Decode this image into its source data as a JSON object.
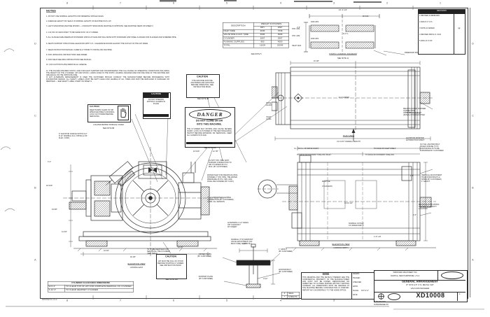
{
  "zones": {
    "top": [
      "8",
      "7",
      "6",
      "5",
      "4",
      "3",
      "2",
      "1"
    ],
    "bottom": [
      "8",
      "7",
      "6",
      "5",
      "4",
      "3",
      "2",
      "1"
    ],
    "left": [
      "D",
      "C",
      "B",
      "A"
    ],
    "right": [
      "D",
      "C",
      "B",
      "A"
    ]
  },
  "notes": {
    "heading": "NOTES",
    "items": [
      "1. DO NOT USE NOMINAL LENGTHS FOR ORDERING WHOLE FACES.",
      "2. AVERAGE LENGTH OF SEALS IS NOMINAL LENGTH OF MACHINE PLUS 1/2\".",
      "3. LEFT HAND DRIVE MACHINE SHOWN — FOR RIGHT HAND DRIVE MACHINE IS OPPOSITE.     SEE MACHINE VIEWS ON SHEET 2",
      "4. C.R.P.M. OF MAIN SHAFT TO BE SAME R.P.M. OF CYLINDER.",
      "5. ALL FLANGES ARE AMERICAN STANDARD 125# FLAT FACE AND WILL MATE WITH STANDARD 125# STEEL FLANGES FOR FLANGED AND SCREWED PIPE.",
      "6. SEATS SUPPORT STRUCTURAL ELEVATION WITH CYL. CLEARANCE DOORS AGAINST THE OUTLET OF THE VAT SIDES.",
      "7. READ INSTRUCTION MANUAL CAREFULLY PRIOR TO INSTALLING MACHINE.",
      "8. FOR UNPACKING INSTRUCTIONS SEE ORDER.",
      "9. FOR FIELD WELDING INSTRUCTIONS SEE MANUAL.",
      "10. (ON CAUTION PLATE) REMOVE ALL GREASE."
    ],
    "item11": "11. THE FIGURE ASSUMES STATIC LOAD FOR EACH SUPPORT AND INCORPORATES THE FULL RANGE OF OPERATING CONDITIONS INCLUDING THE WEIGHT OF THE CYLINDER, VAT AND STOCK.  LOADS GIVEN IN THE STATIC LOADING DIAGRAM ARE FOR ONE SIDE OF THE MACHINE AND ARE EQUAL ON THE OPPOSITE SIDE.\nIF ANY ALTERNATE ARRANGEMENT IS USED THE CUSTOMER SHOULD CONSULT THE MANUFACTURER BEFORE PROCEEDING WITH FOUNDATION DESIGN.  ALL SAFETY LABELS MUST BE KEPT CLEAN AND LEGIBLE AT ALL TIMES AND MUST BE REPLACED IF DAMAGED OR REMOVED — SEE SAFETY LABEL CHART ON SHEET 2."
  },
  "weight_table": {
    "desc_header": "DESCRIPTION",
    "group_header": "WEIGHT IN POUNDS",
    "dry": "DRY",
    "wet": "WET",
    "rows": [
      {
        "desc": "INLET SIDE",
        "dry": "2046",
        "wet": "7046"
      },
      {
        "desc": "VALVE SIDE & AUX. SIDE",
        "dry": "6096",
        "wet": "6096"
      },
      {
        "desc": "CYLINDER",
        "dry": "2067",
        "wet": "2567"
      },
      {
        "desc": "RUNNING SUPPLIES",
        "dry": "900",
        "wet": "4500"
      },
      {
        "desc": "TOTAL",
        "dry": "11109",
        "wet": "20209"
      }
    ],
    "footnote": "SEE NOTE 5"
  },
  "std_labels": {
    "a": "STD. LBS.",
    "b": "STD. LBS.",
    "c": "INLET NOZ."
  },
  "static_diagram": {
    "dim_top": "14'-3 1/2\"",
    "dim_left": "2'-6\"",
    "dim_right": "28 3/16",
    "load1": "2046 LBS.",
    "load2": "2046 LBS.",
    "center": "℄ CYL.",
    "caption": "STATIC LOADING DIAGRAM",
    "note": "SEE NOTE 11",
    "callout": "DIMENSION MONITOR"
  },
  "revisions": {
    "header": "REVISIONS",
    "rows": [
      "1  REVISED & REDRAWN",
      "2  WAS 8'-0\" CYL.",
      "3  NOTE 11 ADDED",
      "4  REVISED PER E.O. 1042",
      "5  WAS 21'-5 3/4\""
    ],
    "zone": "H"
  },
  "danger": {
    "title": "DANGER",
    "line1": "DO NOT CLIMB ON OR",
    "line2": "INTO THIS MACHINE.",
    "body": "THE CYLINDER MAY ROTATE AND CAUSE SEVERE INJURY.  LOCK OUT POWER AT THE SECTIONALIZING SWITCH BEFORE ENTERING OR SERVICING.  KEEP ALL GUARDS IN PLACE.",
    "note": "SEE NOTE 11B"
  },
  "cautions": {
    "c1": {
      "title": "CAUTION",
      "body": "KEEP HANDS CLEAR OF NIP WHEN MACHINE IS RUNNING. LOCK OUT POWER BEFORE SERVICING.",
      "caption": "LOCATED BEHIND SWINGLE COVER",
      "note": "SEE NOTE 9B"
    },
    "c2": {
      "title": "CAUTION",
      "body": "DO NOT OPERATE WITHOUT GUARDS IN PLACE"
    },
    "c3": {
      "title": "CAUTION",
      "body": "THIS MACHINE MUST BE ANCHORED AND GROUTED BEFORE OPERATING. SEE INSTRUCTION BOOK.",
      "note": "SEE NOTE 4B"
    },
    "c4": {
      "title": "CAUTION",
      "body": "VAT MUST BE FULL OF STOCK BEFORE STARTING CYLINDER. SEE INSTRUCTION BOOK.",
      "note": "SEE NOTE 11B"
    }
  },
  "front_view": {
    "callouts": {
      "agitator": "6\" AGITATOR NOZZLE WITH R-1/2\"\nR 12\" NOMINAL FLG. PIPING & 3/4\"\nFLEX. CONN.",
      "vent": "1/2 NPT STD. PIPE VENT.\nFURNISH CONNECTION TO\nAIR CYLINDER 30 P.S.I.\nMAX. (BY CUSTOMER)",
      "shower": "WATER INLET FOR RECIRCULATING\nSHOWER 2\" STD. PIPE.  THE WATER\nPRESSURE 25 P.S.I. MIN. AND\nSHALL BE FILTERED (BY CUST.)",
      "flex": "TO A SUPPORTED FLEXIBLE\nCONNECTION (BY CUSTOMER)\nCONN. ALL SESSION",
      "drain": "ALTERNATE 1 1/2\" DRAIN\nVAT CLEANOUT\n45° INSERT",
      "valve": "NOMINAL (TYP) MIDPOINT\nVALVE ADJUSTMENT (ON\nBACK SIDE)  SEE NOTE 2",
      "removal": "'W' TO BE REMOVED FOR\nSERVICING THE CYLINDER\n(SEE TABLE)"
    },
    "dims": [
      "10 5/16\"",
      "12 7/8\"",
      "3'-4\"",
      "42 9/16\"",
      "19 5/8\"",
      "14 3/4\"",
      "24 3/4\"",
      "49 1/8\"",
      "10 3/4\""
    ],
    "caption": "ELEVATION VIEW",
    "caption2": "LOOKING EAST"
  },
  "clearance_table": {
    "title": "CYLINDER CLEARANCE DIMENSIONS",
    "rows": [
      {
        "dim": "W-9'-4\"",
        "desc": "TO CLEAR TOP OF VAT FOR COMPLETE REMOVAL OF CYLINDER"
      },
      {
        "dim": "X-12'-4\"",
        "desc": "TO CLEAR HEADSET CYLINDER"
      }
    ]
  },
  "anchor_detail": {
    "offset": "OFFSET PLATE\n(BY CUSTOMER)",
    "grout": "1\" GROUT\n(BY CUSTOMER)",
    "bolt": "ANCHOR BOLT\n(BY CUSTOMER)",
    "support": "SUPPORT PLATE\n(BY CUSTOMER)",
    "dim1": "3/8\"",
    "dim2": "2 1/2\""
  },
  "plan_view": {
    "caption": "PLAN VIEW",
    "overall": "21'-6 3/4\" OVERALL LENGTH",
    "cl": "℄ CYLINDER",
    "dim_top": "16 1/8\"",
    "left1": "DRIVE\nGUARD",
    "left2": "INLET\nCONN."
  },
  "elevation_view": {
    "caption": "ELEVATION VIEW",
    "caption2": "LOOKING NORTH",
    "machine": "MACHINE",
    "cl": "CYLINDER ℄",
    "dim_height": "14'-10 1/4\"",
    "top1": "C.L. TO C.L. OF DRIVE SHAFT",
    "top2": "TO FACE OF INLET SHELF",
    "top3": "TO FACE OF DOORWAY TAKE-OFF INLET",
    "top4": "TO FACE OF DOORWAY TAKE-OFF",
    "width_label": "NOMINAL OUTLET\nCYLINDER WIDTH",
    "dims": [
      "1'-6\"",
      "2'-0\"",
      "1'-0\" LAT."
    ]
  },
  "right_callouts": {
    "shower": "RECIRCULATING SHOWER\nCONNECTION\nVCOP DRAIN OUTLET\n(DOWN) SHOWN DOTTED",
    "monitor": "AGITATION MONITOR\nANTIFRICTION SHAFT",
    "anchor": "3/4\" DIA. ANCHOR BOLT\nHOLES IN BASE (TYP.)\nANCHOR BOLTS TO BE\nFURNISHED BY CUSTOMER",
    "adjust": "VERTICAL ADJUSTMENT\nHOLD DOWN BOLTS &\nSHIMS (BY CUSTOMER)\n1\" GROUT",
    "gravity": "RECIRCULATION PIPING\nCENTER OF GRAVITY\nLOCATION"
  },
  "legend": {
    "rows": [
      {
        "sym": "#",
        "label": "SEAL"
      },
      {
        "sym": "*",
        "label": "S BOLTS"
      }
    ]
  },
  "disclaimer": {
    "title": "NOTICE",
    "body": "THIS DRAWING AND THE DETAILS THEREOF ARE THE CONFIDENTIAL PROPERTY OF THE MANUFACTURER AND MUST NOT BE COPIED, REPRODUCED OR SUBMITTED TO OUTSIDE PARTIES WITHOUT WRITTEN CONSENT.  ALL DIMENSIONS MUST BE VERIFIED AT THE MACHINE BEFORE CONSTRUCTION IS STARTED.  REPORT ANY DISCREPANCY TO THE HOME OFFICE."
  },
  "approvals": {
    "rows": [
      {
        "label": "DRAWN",
        "value": ""
      },
      {
        "label": "TRACED",
        "value": ""
      },
      {
        "label": "CHECKED",
        "value": ""
      },
      {
        "label": "APPR.",
        "value": ""
      },
      {
        "label": "SCALE",
        "value": "3/4\"=1'-0\""
      },
      {
        "label": "DATE",
        "value": ""
      }
    ]
  },
  "title_block": {
    "company": "IMPROVED MACHINERY INC.",
    "company2": "NASHUA, NEW HAMPSHIRE, U.S.A.",
    "title1": "GENERAL ARRANGEMENT",
    "title2": "8\" STR & 8\" CYL METAL VAT",
    "title3": "VACUUM WASHER",
    "number": "XD10008",
    "suffix": "1",
    "supersedes": "SUPERSEDES",
    "superseded_by": "SUPERSEDED BY"
  },
  "footer": {
    "left": "PRINTED IN U.S.A."
  }
}
